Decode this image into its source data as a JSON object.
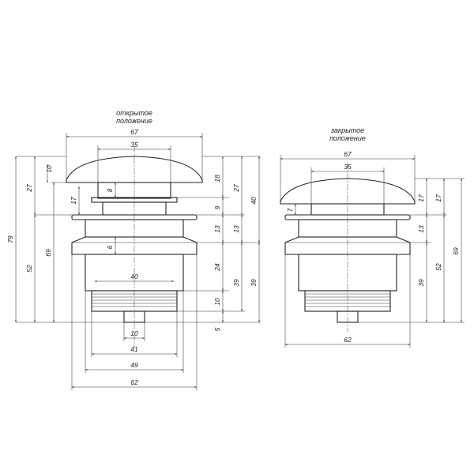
{
  "views": {
    "open": {
      "caption_line1": "открытое",
      "caption_line2": "положение",
      "dims": {
        "cap_width": "67",
        "top_width": "35",
        "cap_height": "10",
        "gap": "8",
        "upper": "27",
        "stem": "17",
        "right_18": "18",
        "right_27": "27",
        "right_40": "40",
        "right_9": "9",
        "right_13a": "13",
        "right_13b": "13",
        "flange": "6",
        "overall": "79",
        "body_52": "52",
        "body_69": "69",
        "right_24": "24",
        "right_39a": "39",
        "right_39b": "39",
        "thread_10": "10",
        "bottom_5": "5",
        "inner_40": "40",
        "pin_10": "10",
        "thread_41": "41",
        "body_49": "49",
        "flange_62": "62"
      }
    },
    "closed": {
      "caption_line1": "закрытое",
      "caption_line2": "положение",
      "dims": {
        "cap_width": "67",
        "top_width": "35",
        "cap_7": "7",
        "right_17a": "17",
        "right_17b": "17",
        "right_13": "13",
        "body_39": "39",
        "body_52": "52",
        "body_69": "69",
        "flange_62": "62"
      }
    }
  }
}
